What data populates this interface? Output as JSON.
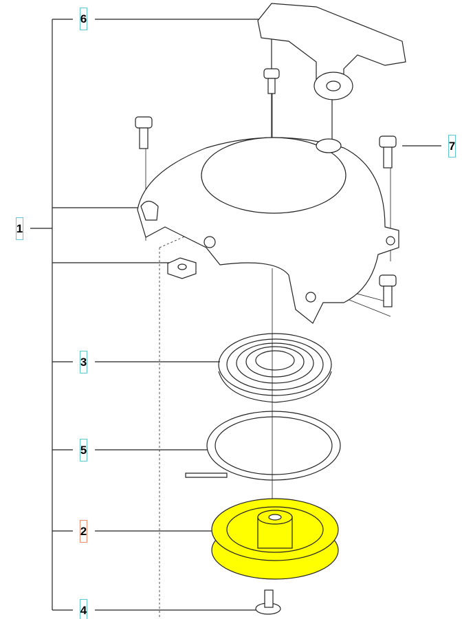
{
  "diagram": {
    "callouts": [
      {
        "id": "6",
        "label": "6",
        "part": "starter-handle"
      },
      {
        "id": "7",
        "label": "7",
        "part": "bolt"
      },
      {
        "id": "1",
        "label": "1",
        "part": "starter-housing-assembly"
      },
      {
        "id": "3",
        "label": "3",
        "part": "recoil-spring"
      },
      {
        "id": "5",
        "label": "5",
        "part": "spring-cassette-ring"
      },
      {
        "id": "2",
        "label": "2",
        "part": "pulley"
      },
      {
        "id": "4",
        "label": "4",
        "part": "center-screw"
      }
    ],
    "colors": {
      "callout_border": "#5bc8d4",
      "selected_border": "#f08a6a",
      "highlight": "#ffff00",
      "line": "#222222"
    }
  }
}
